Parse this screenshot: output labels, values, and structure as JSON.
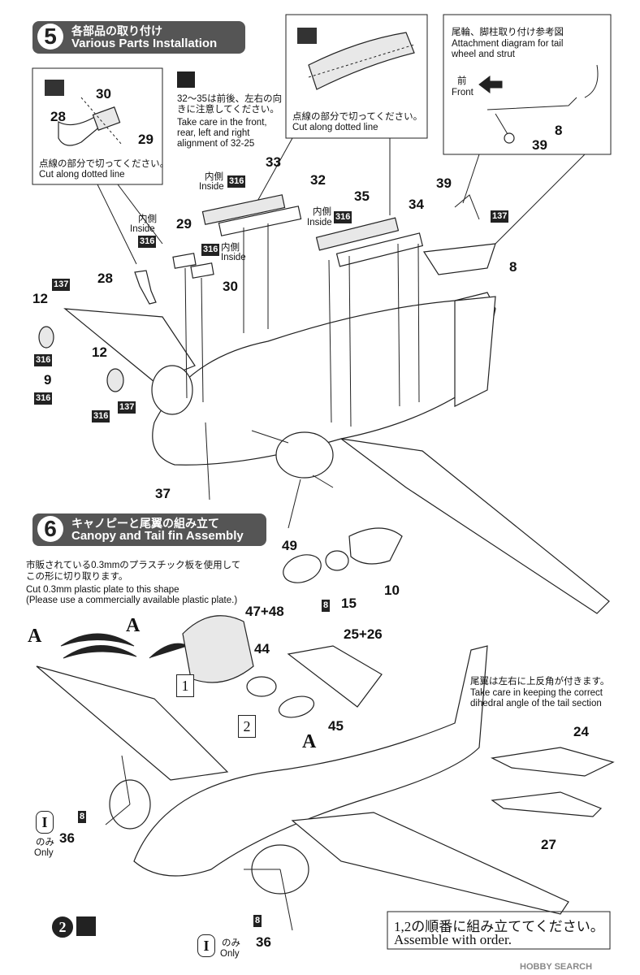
{
  "step5": {
    "number": "5",
    "title_jp": "各部品の取り付け",
    "title_en": "Various Parts Installation"
  },
  "step6": {
    "number": "6",
    "title_jp": "キャノピーと尾翼の組み立て",
    "title_en": "Canopy and Tail fin Assembly"
  },
  "notes": {
    "cut_jp_left": "点線の部分で切ってください。",
    "cut_en_left": "Cut along dotted line",
    "cut_jp_right": "点線の部分で切ってください。",
    "cut_en_right": "Cut along dotted line",
    "align_jp_1": "32～35は前後、左右の向",
    "align_jp_2": "きに注意してください。",
    "align_en_1": "Take care in the front,",
    "align_en_2": "rear, left and right",
    "align_en_3": "alignment of 32-25",
    "tail_diag_jp": "尾輪、脚柱取り付け参考図",
    "tail_diag_en_1": "Attachment diagram for tail",
    "tail_diag_en_2": "wheel and strut",
    "front_jp": "前",
    "front_en": "Front",
    "inside_jp": "内側",
    "inside_en": "Inside",
    "plastic_jp_1": "市販されている0.3mmのプラスチック板を使用して",
    "plastic_jp_2": "この形に切り取ります。",
    "plastic_en_1": "Cut 0.3mm plastic plate to this shape",
    "plastic_en_2": "(Please use a commercially available plastic plate.)",
    "dihedral_jp": "尾翼は左右に上反角が付きます。",
    "dihedral_en_1": "Take care in keeping the correct",
    "dihedral_en_2": "dihedral angle of the tail section",
    "only_jp": "のみ",
    "only_en": "Only",
    "order_jp": "1,2の順番に組み立ててください。",
    "order_en": "Assemble with order."
  },
  "tags": {
    "t137": "137",
    "t316": "316",
    "t8": "8"
  },
  "parts": {
    "p28": "28",
    "p29": "29",
    "p30": "30",
    "p33": "33",
    "p32": "32",
    "p35": "35",
    "p34": "34",
    "p39": "39",
    "p8": "8",
    "p12": "12",
    "p9": "9",
    "p37": "37",
    "p49": "49",
    "p15": "15",
    "p10": "10",
    "p47_48": "47+48",
    "p44": "44",
    "p45": "45",
    "p25_26": "25+26",
    "p24": "24",
    "p27": "27",
    "p36": "36"
  },
  "letters": {
    "A": "A",
    "roman1": "I",
    "roman2": "2",
    "num1": "1",
    "num2": "2"
  },
  "watermark": "HOBBY SEARCH"
}
